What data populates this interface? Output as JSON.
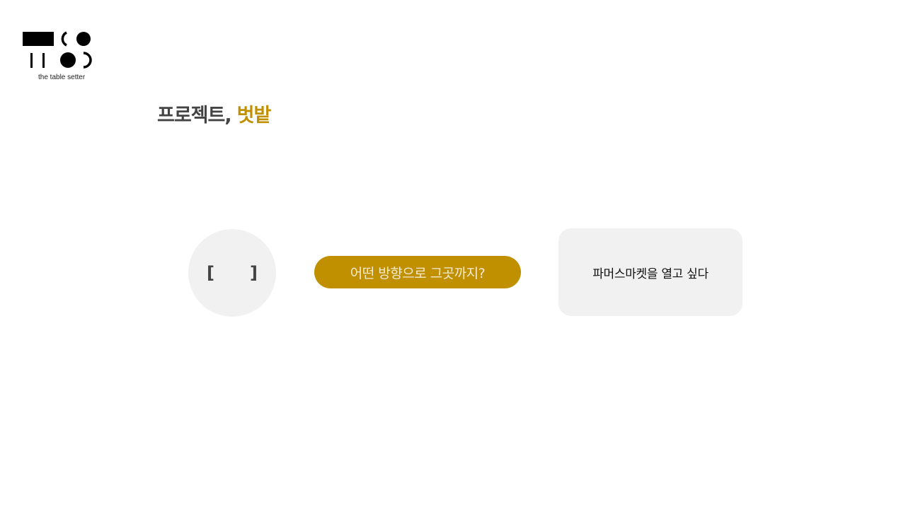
{
  "logo": {
    "tagline": "the table setter"
  },
  "header": {
    "title_main": "프로젝트,",
    "title_accent": "벗밭"
  },
  "flow": {
    "placeholder": "[      ]",
    "question": "어떤 방향으로 그곳까지?",
    "answer": "파머스마켓을 열고 싶다"
  },
  "colors": {
    "accent": "#c09000",
    "card_background": "#f1f1f1",
    "title_text": "#444444"
  }
}
